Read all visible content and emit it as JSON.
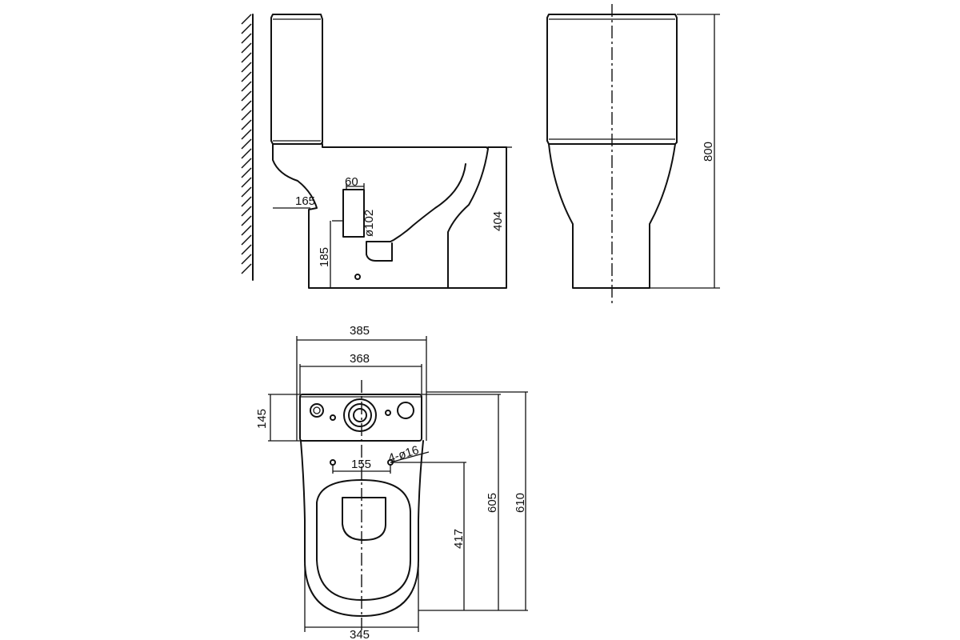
{
  "dimensions": {
    "side": {
      "wall_offset": "165",
      "outlet_width": "60",
      "outlet_diameter": "ø102",
      "outlet_height": "185",
      "bowl_height": "404"
    },
    "front": {
      "total_height": "800"
    },
    "top": {
      "overall_width": "385",
      "tank_width": "368",
      "tank_depth": "145",
      "bolt_spacing": "155",
      "bolt_holes": "4-ø16",
      "bowl_center_depth": "417",
      "depth_to_tank": "605",
      "total_depth": "610",
      "bowl_width": "345"
    }
  }
}
